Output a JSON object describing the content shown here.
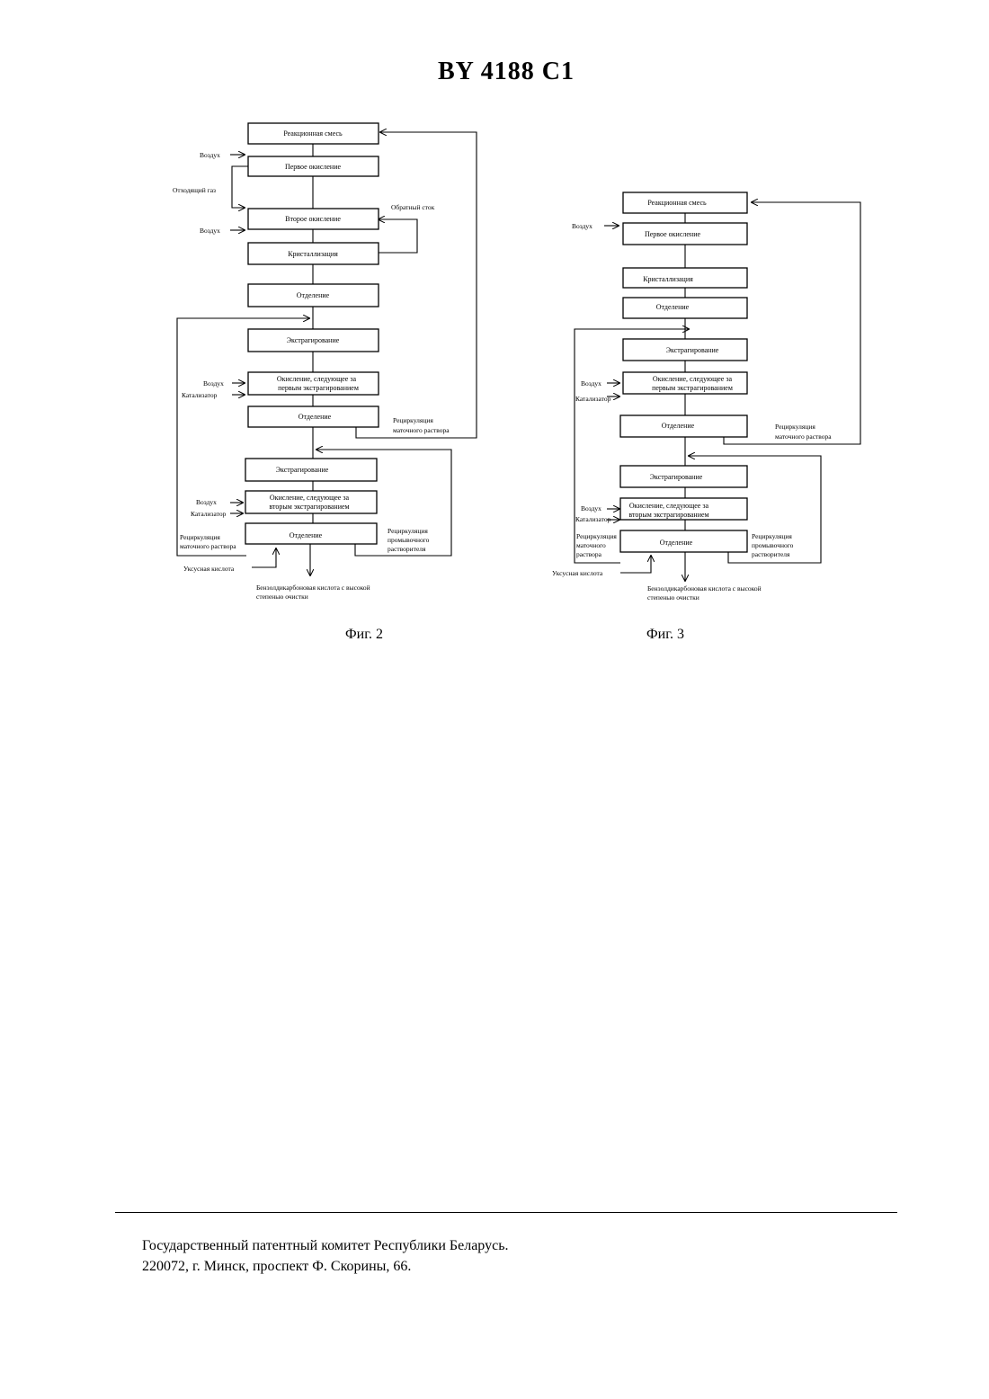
{
  "header": {
    "doc_number": "BY 4188 C1"
  },
  "fig2": {
    "caption": "Фиг. 2",
    "boxes": {
      "reaction_mix": "Реакционная смесь",
      "first_oxidation": "Первое окисление",
      "second_oxidation": "Второе окисление",
      "crystallization": "Кристаллизация",
      "separation1": "Отделение",
      "extraction1": "Экстрагирование",
      "oxidation_after_first_1": "Окисление, следующее за",
      "oxidation_after_first_2": "первым экстрагированием",
      "separation2": "Отделение",
      "extraction2": "Экстрагирование",
      "oxidation_after_second_1": "Окисление, следующее за",
      "oxidation_after_second_2": "вторым экстрагированием",
      "separation3": "Отделение"
    },
    "labels": {
      "air1": "Воздух",
      "offgas": "Отходящий газ",
      "air2": "Воздух",
      "reflux": "Обратный сток",
      "air3": "Воздух",
      "catalyst1": "Катализатор",
      "recycle_mother_1": "Рециркуляция",
      "recycle_mother_2": "маточного раствора",
      "air4": "Воздух",
      "catalyst2": "Катализатор",
      "recycle_mother_left_1": "Рециркуляция",
      "recycle_mother_left_2": "маточного раствора",
      "recycle_wash_1": "Рециркуляция",
      "recycle_wash_2": "промывочного",
      "recycle_wash_3": "растворителя",
      "acetic_acid": "Уксусная кислота",
      "product_1": "Бензолдикарбоновая кислота с   высокой",
      "product_2": "степенью очистки"
    }
  },
  "fig3": {
    "caption": "Фиг. 3",
    "boxes": {
      "reaction_mix": "Реакционная смесь",
      "first_oxidation": "Первое окисление",
      "crystallization": "Кристаллизация",
      "separation1": "Отделение",
      "extraction1": "Экстрагирование",
      "oxidation_after_first_1": "Окисление, следующее за",
      "oxidation_after_first_2": "первым экстрагированием",
      "separation2": "Отделение",
      "extraction2": "Экстрагирование",
      "oxidation_after_second_1": "Окисление, следующее за",
      "oxidation_after_second_2": "вторым экстрагированием",
      "separation3": "Отделение"
    },
    "labels": {
      "air1": "Воздух",
      "air2": "Воздух",
      "catalyst1": "Катализатор",
      "recycle_mother_1": "Рециркуляция",
      "recycle_mother_2": "маточного раствора",
      "air3": "Воздух",
      "catalyst2": "Катализатор",
      "recycle_mother_left_1": "Рециркуляция",
      "recycle_mother_left_2": "маточного",
      "recycle_mother_left_3": "раствора",
      "recycle_wash_1": "Рециркуляция",
      "recycle_wash_2": "промывочного",
      "recycle_wash_3": "растворителя",
      "acetic_acid": "Уксусная кислота",
      "product_1": "Бензолдикарбоновая кислота  с   высокой",
      "product_2": "степенью очистки"
    }
  },
  "footer": {
    "line1": "Государственный патентный комитет Республики Беларусь.",
    "line2": "220072, г. Минск, проспект Ф. Скорины, 66."
  }
}
